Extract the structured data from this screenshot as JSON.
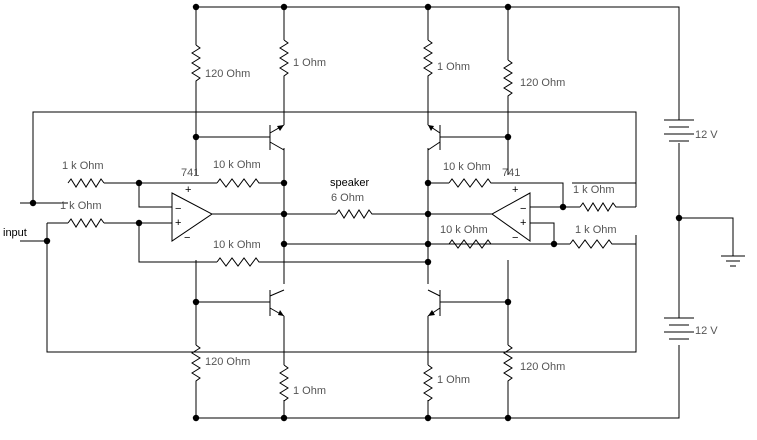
{
  "labels": {
    "input": "input",
    "r_top_left_120": "120 Ohm",
    "r_top_left_1": "1 Ohm",
    "r_top_right_1": "1 Ohm",
    "r_top_right_120": "120 Ohm",
    "r_bot_left_120": "120 Ohm",
    "r_bot_left_1": "1 Ohm",
    "r_bot_right_1": "1 Ohm",
    "r_bot_right_120": "120 Ohm",
    "r_in_1k_a": "1 k Ohm",
    "r_in_1k_b": "1 k Ohm",
    "r_fb_10k_lt": "10 k Ohm",
    "r_fb_10k_lb": "10 k Ohm",
    "r_fb_10k_rt": "10 k Ohm",
    "r_fb_10k_rb": "10 k Ohm",
    "r_right_1k_a": "1 k Ohm",
    "r_right_1k_b": "1 k Ohm",
    "opamp_left": "741",
    "opamp_right": "741",
    "speaker_name": "speaker",
    "speaker_value": "6 Ohm",
    "battery_top": "12 V",
    "battery_bottom": "12 V"
  },
  "opamp_signs": {
    "plus": "+",
    "minus": "−"
  }
}
